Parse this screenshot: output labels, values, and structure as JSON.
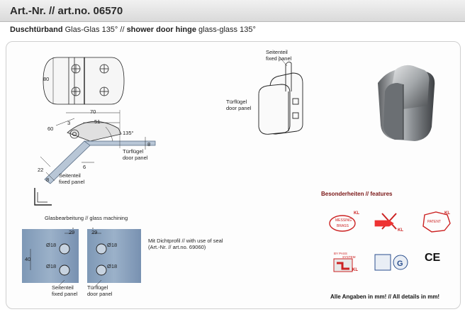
{
  "header": {
    "title": "Art.-Nr. // art.no. 06570"
  },
  "subtitle": {
    "bold1": "Duschtürband",
    "text1": " Glas-Glas 135° // ",
    "bold2": "shower door hinge",
    "text2": " glass-glass 135°"
  },
  "drawing": {
    "dims": {
      "h80": "80",
      "w70": "70",
      "w51": "51",
      "a60": "60",
      "a3": "3",
      "angle": "135°",
      "t8a": "8",
      "d6": "6",
      "d22": "22",
      "t8b": "8",
      "w29a": "29",
      "w29b": "29",
      "d18a": "Ø18",
      "d18b": "Ø18",
      "d18c": "Ø18",
      "d18d": "Ø18",
      "h40": "40"
    },
    "labels": {
      "door_de": "Türflügel",
      "door_en": "door panel",
      "fixed_de": "Seitenteil",
      "fixed_en": "fixed panel",
      "machining": "Glasbearbeitung // glass machining",
      "seal1": "Mit Dichtprofil // with use of seal",
      "seal2": "(Art.-Nr. // art.no. 69060)"
    }
  },
  "photo_labels": {
    "fixed_de": "Seitenteil",
    "fixed_en": "fixed panel",
    "door_de": "Türflügel",
    "door_en": "door panel"
  },
  "features": {
    "title": "Besonderheiten // features",
    "kl": "KL",
    "messing": "MESSING",
    "brass": "BRASS",
    "patent": "PATENT",
    "by_pass": "BY PASS",
    "system": "SYSTEM",
    "ce": "CE"
  },
  "footnote": "Alle Angaben in mm! // All details in mm!"
}
